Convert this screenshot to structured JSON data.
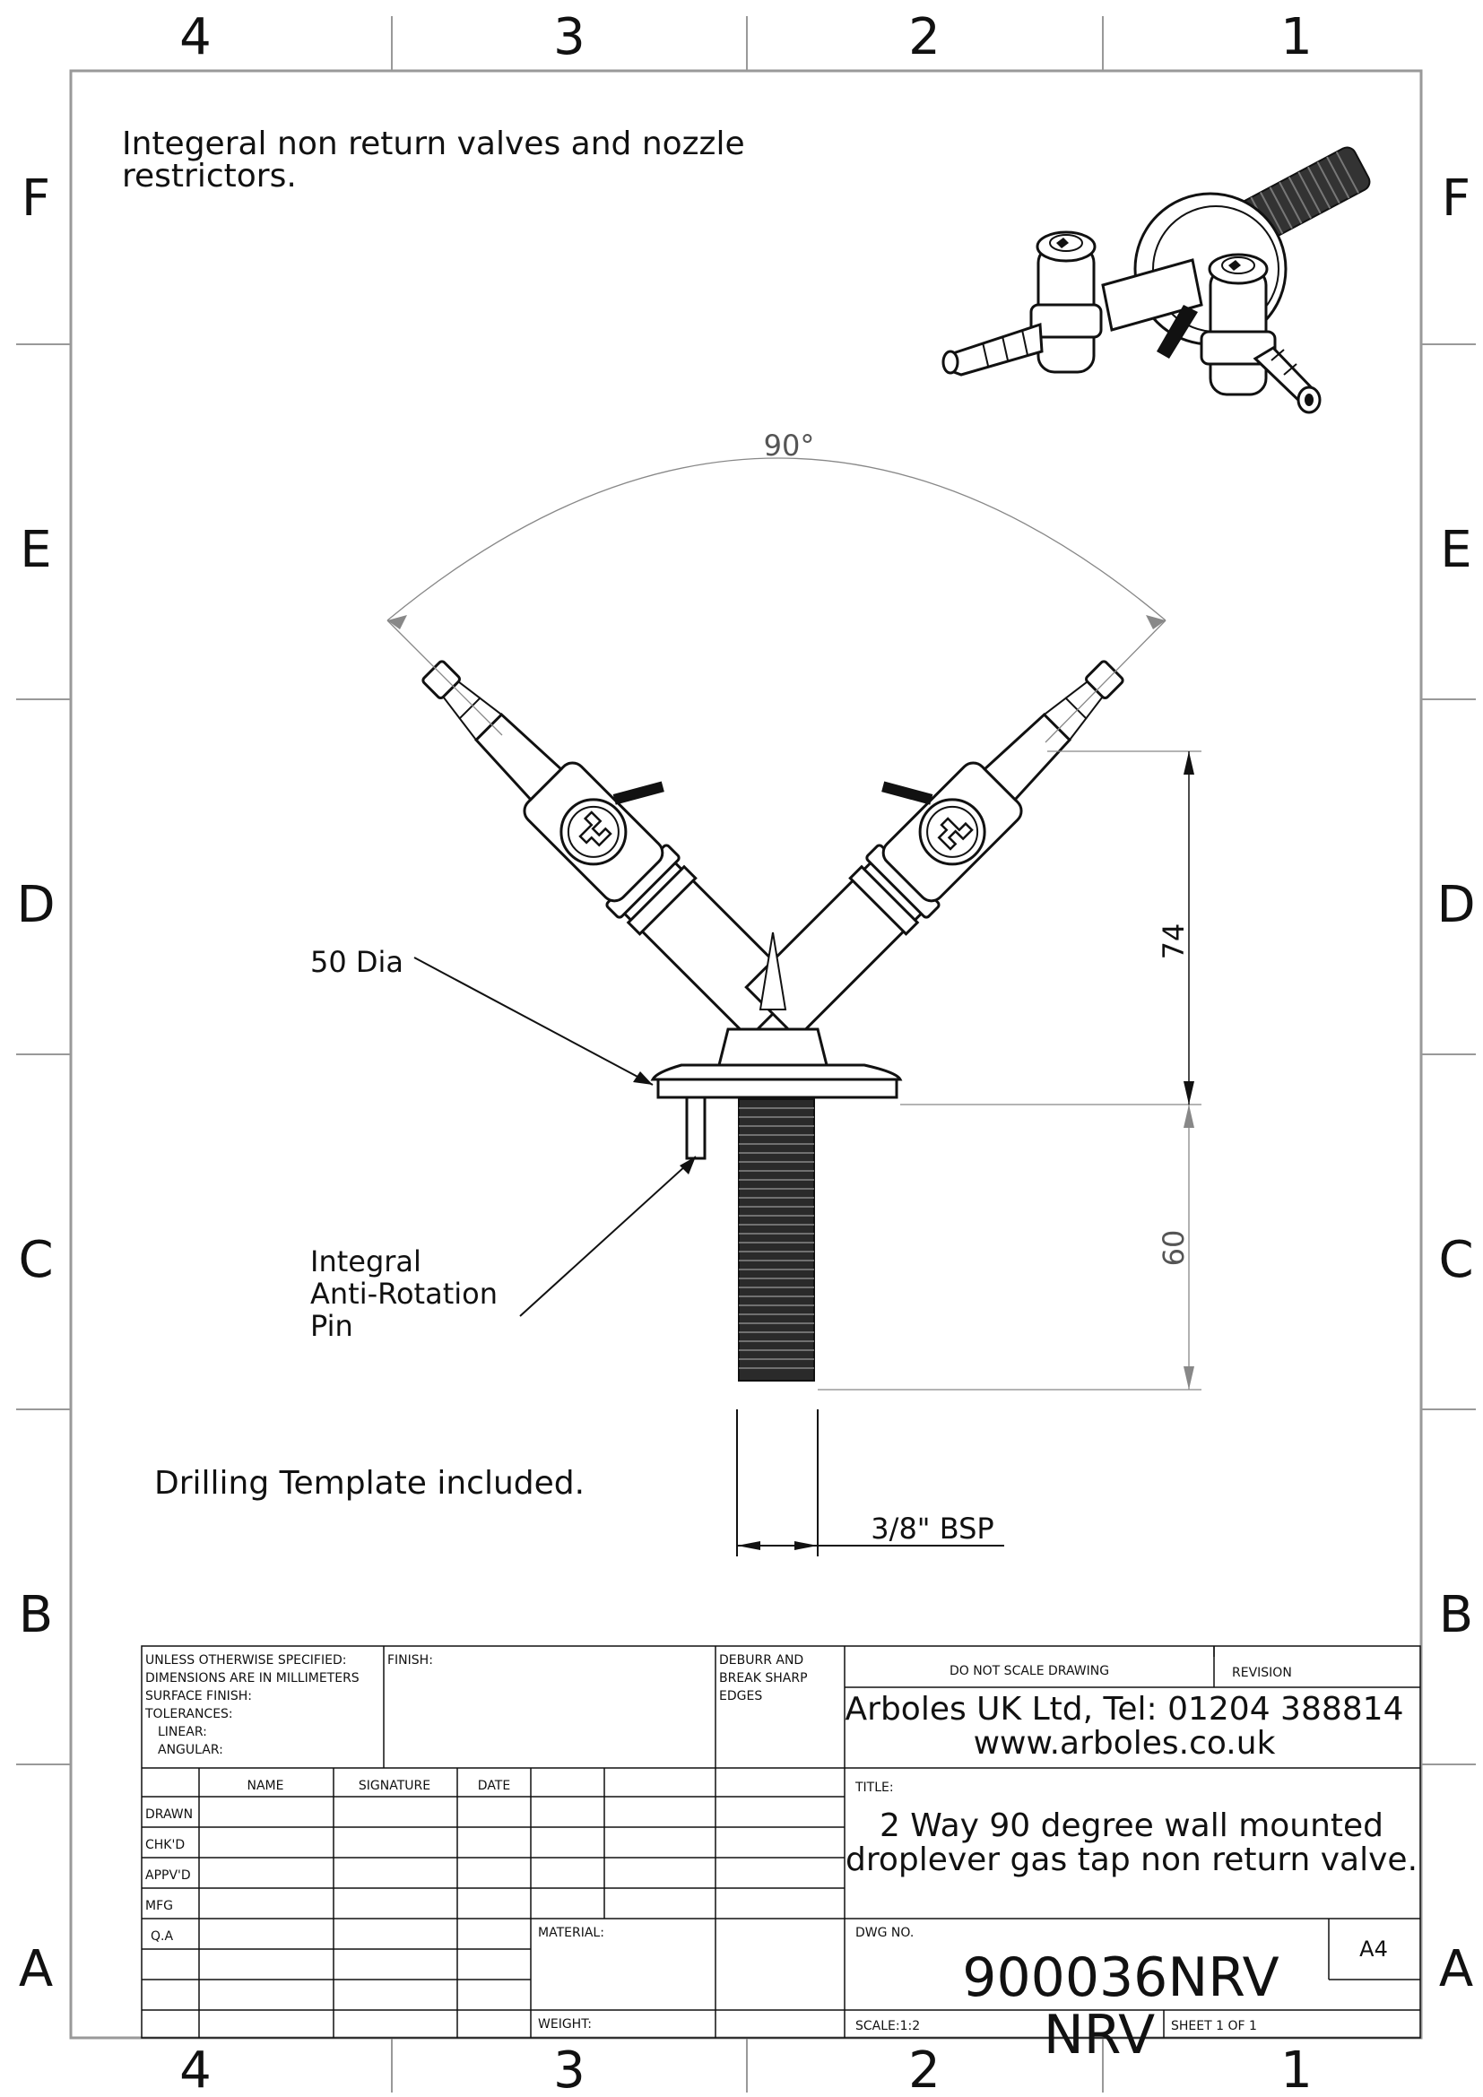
{
  "zones": {
    "columns": [
      "4",
      "3",
      "2",
      "1"
    ],
    "rows": [
      "F",
      "E",
      "D",
      "C",
      "B",
      "A"
    ]
  },
  "notes": {
    "top_line1": "Integeral non return valves and nozzle",
    "top_line2": "restrictors.",
    "drilling": "Drilling Template included.",
    "dia_callout": "50 Dia",
    "pin_line1": "Integral",
    "pin_line2": "Anti-Rotation",
    "pin_line3": "Pin"
  },
  "dimensions": {
    "angle": "90°",
    "height_upper": "74",
    "height_lower": "60",
    "thread": "3/8\" BSP"
  },
  "title_block": {
    "spec_line1": "UNLESS OTHERWISE SPECIFIED:",
    "spec_line2": "DIMENSIONS ARE IN MILLIMETERS",
    "spec_line3": "SURFACE FINISH:",
    "spec_line4": "TOLERANCES:",
    "spec_line5": "LINEAR:",
    "spec_line6": "ANGULAR:",
    "finish": "FINISH:",
    "deburr_line1": "DEBURR AND",
    "deburr_line2": "BREAK SHARP",
    "deburr_line3": "EDGES",
    "do_not_scale": "DO NOT SCALE DRAWING",
    "revision": "REVISION",
    "company_line1": "Arboles UK Ltd, Tel: 01204 388814",
    "company_line2": "www.arboles.co.uk",
    "col_name": "NAME",
    "col_signature": "SIGNATURE",
    "col_date": "DATE",
    "row_drawn": "DRAWN",
    "row_chkd": "CHK'D",
    "row_appvd": "APPV'D",
    "row_mfg": "MFG",
    "row_qa": "Q.A",
    "title_label": "TITLE:",
    "title_line1": "2 Way 90 degree wall mounted",
    "title_line2": "droplever gas tap non return valve.",
    "material": "MATERIAL:",
    "weight": "WEIGHT:",
    "dwg_no_label": "DWG NO.",
    "dwg_no": "900036NRV",
    "dwg_no_overflow": "NRV",
    "size": "A4",
    "scale": "SCALE:1:2",
    "sheet": "SHEET 1 OF 1"
  }
}
